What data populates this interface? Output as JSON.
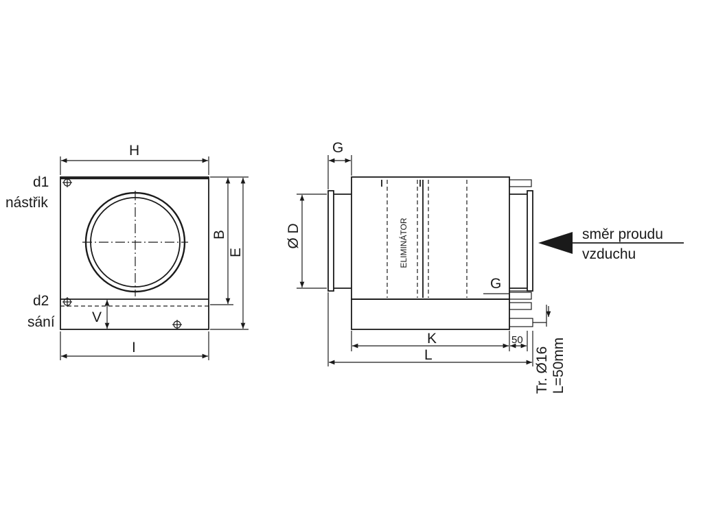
{
  "front_view": {
    "label_d1": "d1",
    "label_injection": "nástřik",
    "label_d2": "d2",
    "label_suction": "sání",
    "dim_H": "H",
    "dim_I": "I",
    "dim_B": "B",
    "dim_E": "E",
    "dim_V": "V"
  },
  "side_view": {
    "dim_G_top": "G",
    "dim_D": "Ø D",
    "eliminator_label": "ELIMINÁTOR",
    "dim_G_right": "G",
    "dim_K": "K",
    "dim_L": "L",
    "dim_50": "50",
    "pipe_spec": "Tr. Ø16",
    "pipe_length": "L=50mm"
  },
  "airflow": {
    "line1": "směr proudu",
    "line2": "vzduchu"
  },
  "colors": {
    "line": "#1a1a1a",
    "background": "#ffffff",
    "duct_fill": "#c8c8c8"
  }
}
